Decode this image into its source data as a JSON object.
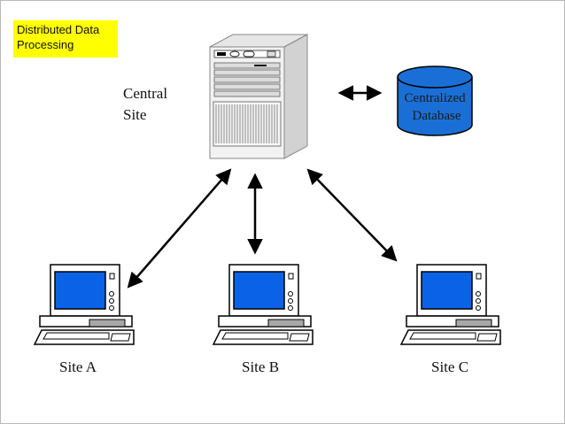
{
  "title": "Distributed Data\nProcessing",
  "central": {
    "line1": "Central",
    "line2": "Site"
  },
  "database": {
    "line1": "Centralized",
    "line2": "Database"
  },
  "sites": [
    {
      "label": "Site A"
    },
    {
      "label": "Site B"
    },
    {
      "label": "Site C"
    }
  ],
  "colors": {
    "title_bg": "#ffff00",
    "database_fill": "#1a6fd6",
    "screen_fill": "#0a63e6",
    "arrow": "#000000"
  }
}
